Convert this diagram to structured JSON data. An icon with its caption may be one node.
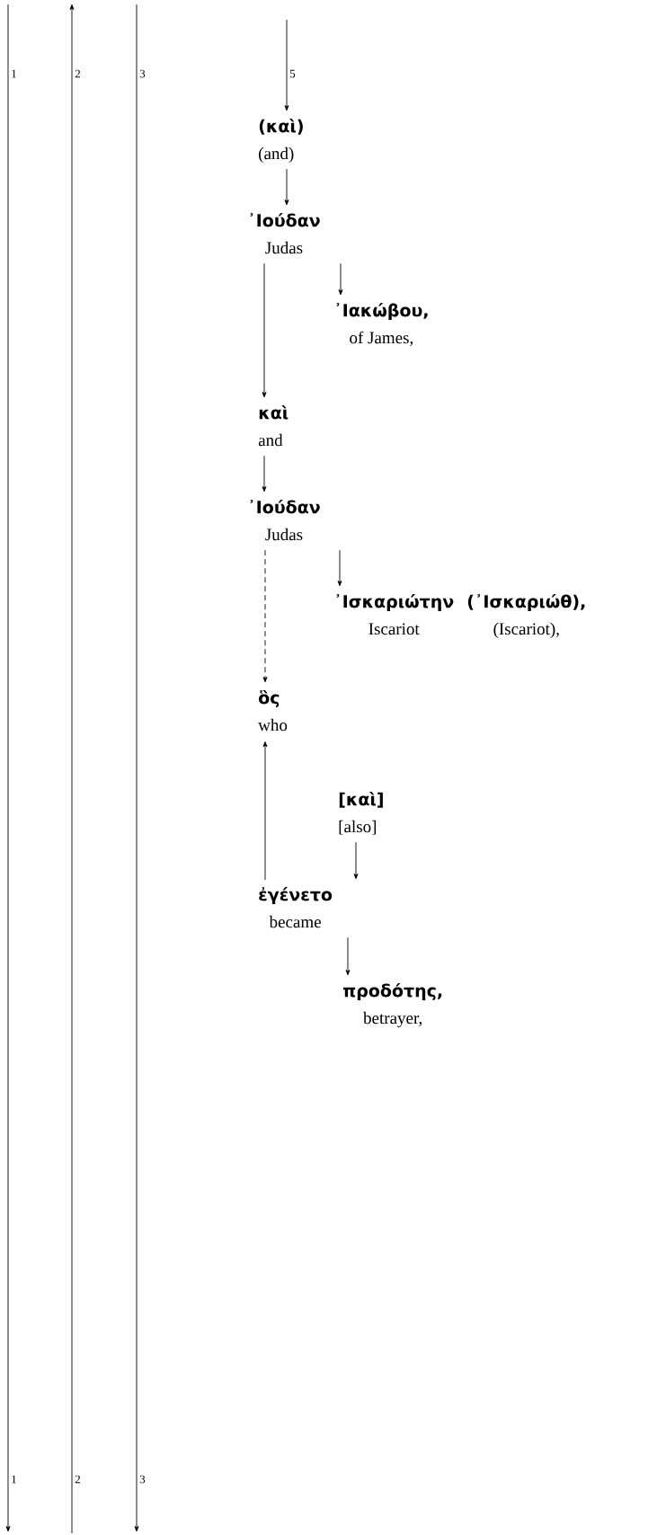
{
  "diagram": {
    "nodes": [
      {
        "text": [
          "(καὶ)",
          "(and)"
        ]
      },
      {
        "text": [
          "᾿Ιούδαν",
          "Judas"
        ]
      },
      {
        "text": [
          "᾿Ιακώβου,",
          "of James,"
        ]
      },
      {
        "text": [
          "καὶ",
          "and"
        ]
      },
      {
        "text": [
          "᾿Ιούδαν",
          "Judas"
        ]
      },
      {
        "text": [
          "᾿Ισκαριώτην",
          "(᾿Ισκαριώθ),",
          "Iscariot",
          "(Iscariot),"
        ]
      },
      {
        "text": [
          "ὃς",
          "who"
        ]
      },
      {
        "text": [
          "[καὶ]",
          "[also]"
        ]
      },
      {
        "text": [
          "ἐγένετο",
          "became"
        ]
      },
      {
        "text": [
          "προδότης,",
          "betrayer,"
        ]
      }
    ],
    "edges": [
      {
        "from": null,
        "to": 0,
        "arrow": "to",
        "label": "5"
      },
      {
        "from": 0,
        "to": 1,
        "arrow": "to"
      },
      {
        "from": 1,
        "to": 2,
        "arrow": "to"
      },
      {
        "from": 1,
        "to": 3,
        "arrow": "to"
      },
      {
        "from": 3,
        "to": 4,
        "arrow": "to"
      },
      {
        "from": 4,
        "to": 5,
        "arrow": "to"
      },
      {
        "from": 4,
        "to": 6,
        "arrow": "to",
        "style": "dashed"
      },
      {
        "from": 8,
        "to": 6,
        "arrow": "to"
      },
      {
        "from": 7,
        "to": 8,
        "arrow": "to"
      },
      {
        "from": 8,
        "to": 9,
        "arrow": "to"
      }
    ],
    "labels": [
      "1",
      "2",
      "3",
      "1",
      "2",
      "3"
    ]
  }
}
